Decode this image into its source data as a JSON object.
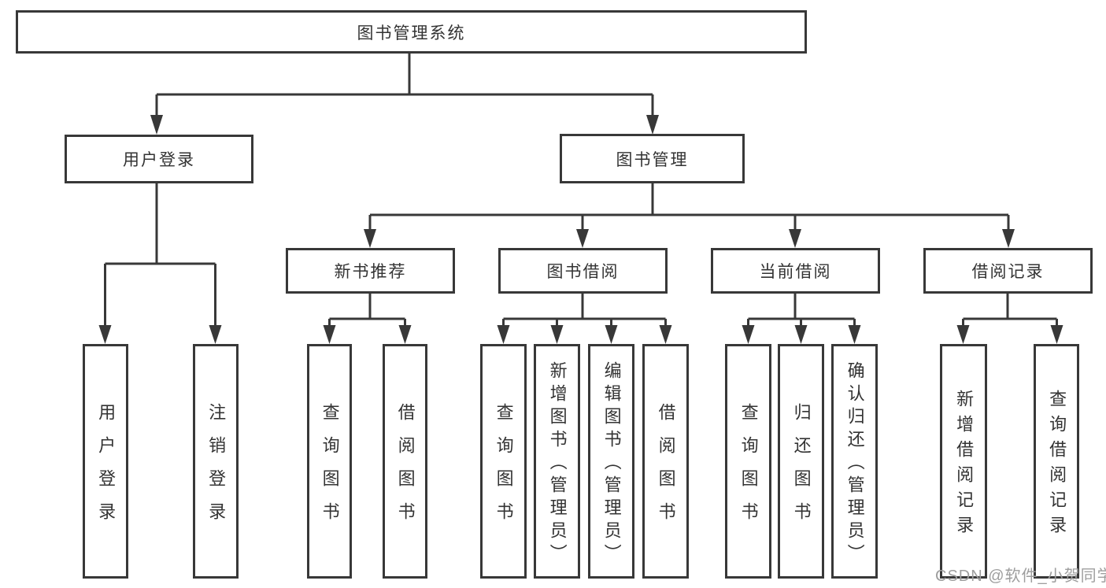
{
  "diagram": {
    "title": "图书管理系统",
    "colors": {
      "line": "#383838",
      "text": "#333333",
      "background": "#ffffff",
      "watermark": "#9e9e9e"
    },
    "nodes": {
      "root": "图书管理系统",
      "level2": {
        "user_login_module": "用户登录",
        "book_management": "图书管理"
      },
      "level3": {
        "new_book_recommend": "新书推荐",
        "book_borrowing": "图书借阅",
        "current_borrowing": "当前借阅",
        "borrowing_records": "借阅记录"
      },
      "leaves": {
        "user_login": "用户登录",
        "logout": "注销登录",
        "query_book_recommend": "查询图书",
        "borrow_book_recommend": "借阅图书",
        "query_book_borrowing": "查询图书",
        "add_book_admin": "新增图书（管理员）",
        "edit_book_admin": "编辑图书（管理员）",
        "borrow_book_borrowing": "借阅图书",
        "query_book_current": "查询图书",
        "return_book": "归还图书",
        "confirm_return_admin": "确认归还（管理员）",
        "add_borrow_record": "新增借阅记录",
        "query_borrow_record": "查询借阅记录"
      }
    },
    "watermark": "CSDN @软件_小贺同学"
  }
}
